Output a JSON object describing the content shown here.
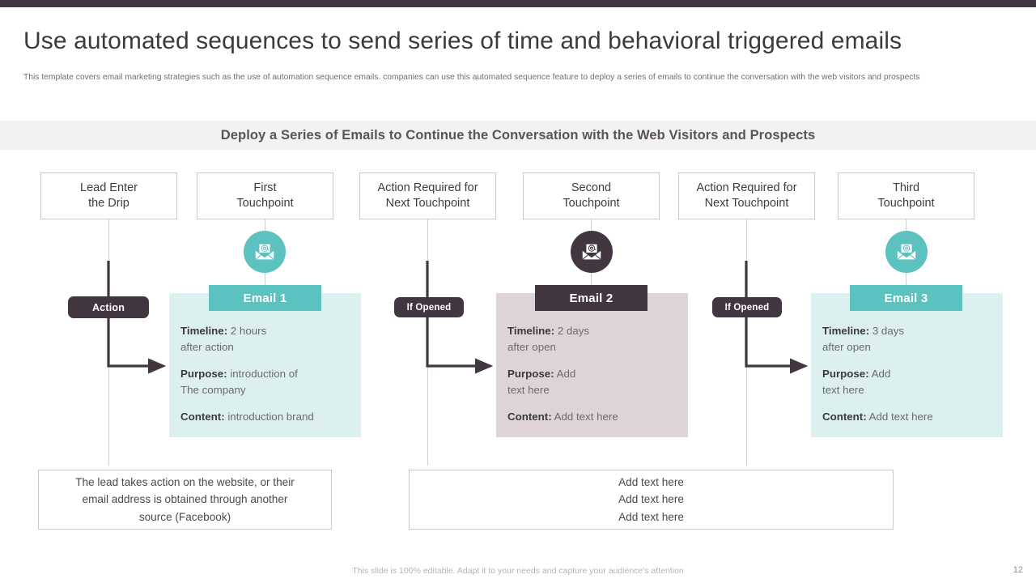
{
  "theme": {
    "accent_teal": "#5BC2C0",
    "accent_teal_light": "#DCF0EF",
    "accent_plum": "#423640",
    "accent_plum_light": "#DFD3DA",
    "banner_bg": "#F2F2F2"
  },
  "header": {
    "title": "Use automated sequences to send series of time and behavioral triggered emails",
    "subtitle": "This template covers email marketing strategies such as the use of automation sequence emails. companies can use this automated sequence feature to deploy a series of  emails to continue the conversation with the web visitors and prospects"
  },
  "banner": {
    "text": "Deploy a Series of  Emails to Continue the Conversation with the Web Visitors and Prospects"
  },
  "stages": [
    {
      "line1": "Lead Enter",
      "line2": "the Drip"
    },
    {
      "line1": "First",
      "line2": "Touchpoint"
    },
    {
      "line1": "Action Required for",
      "line2": "Next Touchpoint"
    },
    {
      "line1": "Second",
      "line2": "Touchpoint"
    },
    {
      "line1": "Action Required for",
      "line2": "Next Touchpoint"
    },
    {
      "line1": "Third",
      "line2": "Touchpoint"
    }
  ],
  "badges": [
    {
      "label": "Action"
    },
    {
      "label": "If Opened"
    },
    {
      "label": "If Opened"
    }
  ],
  "emails": [
    {
      "title": "Email 1",
      "timeline_label": "Timeline:",
      "timeline_value": " 2 hours",
      "timeline_line2": "after action",
      "purpose_label": "Purpose:",
      "purpose_value": " introduction  of",
      "purpose_line2": "The company",
      "content_label": "Content:",
      "content_value": " introduction  brand"
    },
    {
      "title": "Email 2",
      "timeline_label": "Timeline:",
      "timeline_value": " 2 days",
      "timeline_line2": "after open",
      "purpose_label": "Purpose:",
      "purpose_value": " Add",
      "purpose_line2": "text here",
      "content_label": "Content:",
      "content_value": " Add text here"
    },
    {
      "title": "Email 3",
      "timeline_label": "Timeline:",
      "timeline_value": " 3 days",
      "timeline_line2": "after open",
      "purpose_label": "Purpose:",
      "purpose_value": " Add",
      "purpose_line2": "text here",
      "content_label": "Content:",
      "content_value": " Add text here"
    }
  ],
  "notes": {
    "left": {
      "line1": "The lead takes action on the website, or their",
      "line2": "email address is obtained through  another",
      "line3": "source (Facebook)"
    },
    "right": {
      "line1": "Add text here",
      "line2": "Add text here",
      "line3": "Add text here"
    }
  },
  "footer": {
    "note": "This slide is 100% editable. Adapt it to your needs and capture your audience's attention",
    "page_number": "12"
  },
  "icons": {
    "email_at_envelope": "email-at-envelope-icon"
  }
}
